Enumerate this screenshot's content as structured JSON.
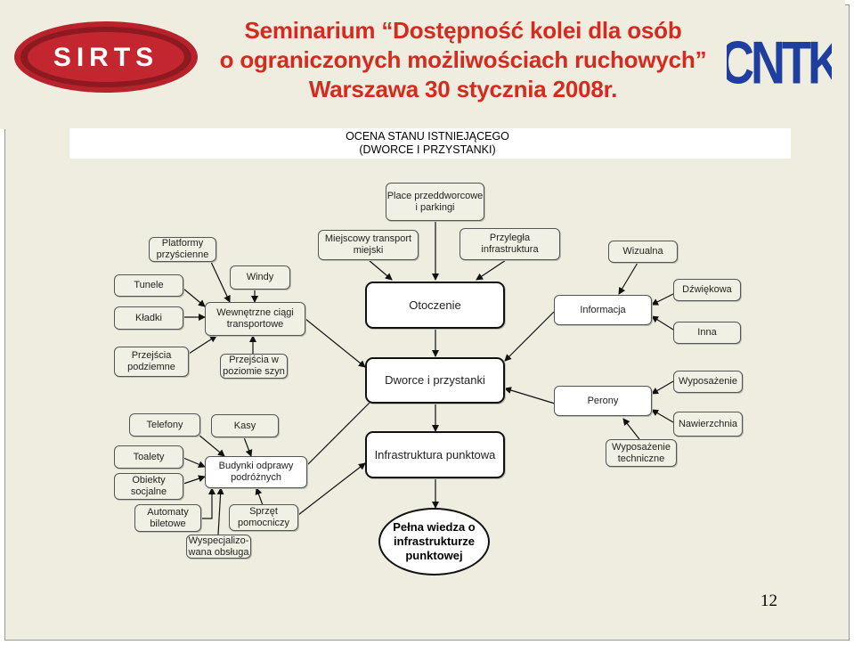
{
  "header": {
    "left_logo": "SIRTS",
    "right_logo": "CNTK",
    "seminar_lines": [
      "Seminarium “Dostępność kolei dla osób",
      "o ograniczonych możliwościach ruchowych”",
      "Warszawa 30 stycznia 2008r."
    ],
    "colors": {
      "seminar_text": "#d62a1e",
      "cntk_logo": "#1f3fa0",
      "sirts_logo": "#b8232b"
    }
  },
  "title": {
    "line1": "OCENA STANU ISTNIEJĄCEGO",
    "line2": "(DWORCE I PRZYSTANKI)"
  },
  "nodes": {
    "place": "Place przeddworcowe i parkingi",
    "platformy": "Platformy przyścienne",
    "miejscowy": "Miejscowy transport miejski",
    "przylegla": "Przyległa infrastruktura",
    "wizualna": "Wizualna",
    "tunele": "Tunele",
    "windy": "Windy",
    "kladki": "Kładki",
    "wewnetrzne": "Wewnętrzne ciągi transportowe",
    "otoczenie": "Otoczenie",
    "informacja": "Informacja",
    "dzwiekowa": "Dźwiękowa",
    "inna": "Inna",
    "przejscia_podziemne": "Przejścia podziemne",
    "przejscia_szyn": "Przejścia w poziomie szyn",
    "dworce": "Dworce i przystanki",
    "wyposazenie": "Wyposażenie",
    "perony": "Perony",
    "telefony": "Telefony",
    "kasy": "Kasy",
    "nawierzchnia": "Nawierzchnia",
    "toalety": "Toalety",
    "budynki": "Budynki odprawy podróżnych",
    "infrastruktura_punktowa": "Infrastruktura punktowa",
    "wyposazenie_techniczne": "Wyposażenie techniczne",
    "obiekty": "Obiekty socjalne",
    "automaty": "Automaty biletowe",
    "sprzet": "Sprzęt pomocniczy",
    "wyspecjalizowana": "Wyspecjalizo-wana obsługa",
    "pelna_wiedza": "Pełna wiedza o infrastrukturze punktowej"
  },
  "page_number": "12"
}
